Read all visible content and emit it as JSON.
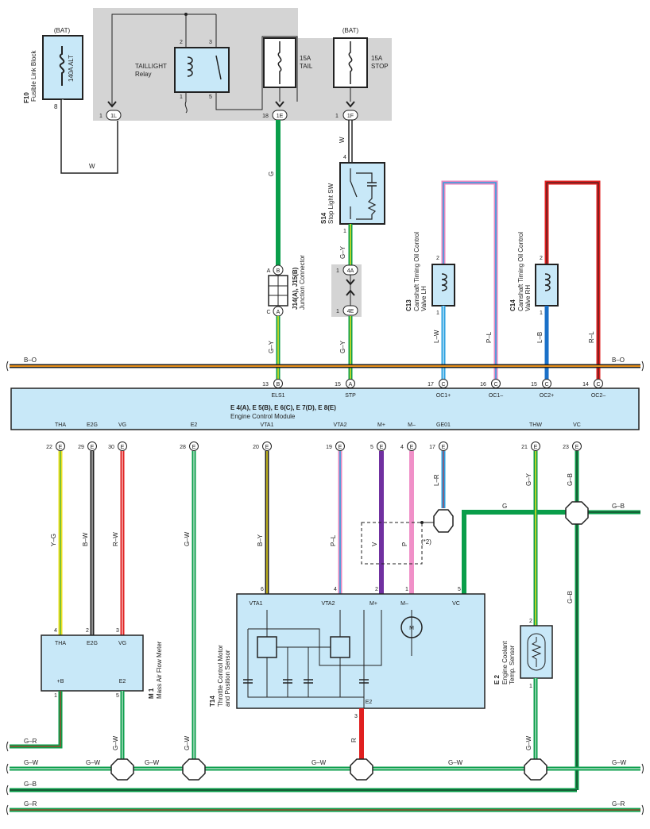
{
  "diagram": {
    "fusible_link": {
      "id": "F10",
      "name": "Fusible Link Block",
      "bat": "(BAT)",
      "rating": "140A ALT",
      "pin": "8"
    },
    "relay": {
      "name": "TAILLIGHT",
      "name2": "Relay",
      "pins": [
        "2",
        "3",
        "1",
        "5"
      ]
    },
    "fuse_tail": {
      "rating": "15A",
      "name": "TAIL"
    },
    "fuse_stop": {
      "bat": "(BAT)",
      "rating": "15A",
      "name": "STOP"
    },
    "connectors": {
      "c1L": {
        "num": "1",
        "label": "1L"
      },
      "c1E": {
        "num": "18",
        "label": "1E"
      },
      "c1F": {
        "num": "1",
        "label": "1F"
      },
      "c4A": {
        "num": "1",
        "label": "4A"
      },
      "c4E": {
        "num": "1",
        "label": "4E"
      }
    },
    "wire_w": "W",
    "wire_w2": "W",
    "wire_g": "G",
    "wire_gy1": "G–Y",
    "stop_sw": {
      "id": "S14",
      "name": "Stop Light SW",
      "pin_top": "4",
      "pin_bot": "1"
    },
    "junction": {
      "id": "J14(A), J15(B)",
      "name": "Junction Connector",
      "a": "A",
      "b": "B",
      "c": "C"
    },
    "valve_lh": {
      "id": "C13",
      "name": "Camshaft Timing Oil Control",
      "name2": "Valve LH",
      "pin_top": "2",
      "pin_bot": "1"
    },
    "valve_rh": {
      "id": "C14",
      "name": "Camshaft Timing Oil Control",
      "name2": "Valve RH",
      "pin_top": "2",
      "pin_bot": "1"
    },
    "wires_mid": {
      "gy_a": "G–Y",
      "gy_b": "G–Y",
      "lw": "L–W",
      "pl": "P–L",
      "lb": "L–B",
      "rl": "R–L"
    },
    "bus_bo": {
      "left": "B–O",
      "right": "B–O"
    },
    "ecm": {
      "title": "E 4(A), E 5(B), E 6(C), E 7(D), E 8(E)",
      "name": "Engine Control Module",
      "top_pins": [
        {
          "num": "13",
          "c": "B",
          "label": "ELS1"
        },
        {
          "num": "15",
          "c": "A",
          "label": "STP"
        },
        {
          "num": "17",
          "c": "C",
          "label": "OC1+"
        },
        {
          "num": "16",
          "c": "C",
          "label": "OC1–"
        },
        {
          "num": "15",
          "c": "C",
          "label": "OC2+"
        },
        {
          "num": "14",
          "c": "C",
          "label": "OC2–"
        }
      ],
      "bottom_pins": [
        {
          "num": "22",
          "c": "E",
          "label": "THA"
        },
        {
          "num": "29",
          "c": "E",
          "label": "E2G"
        },
        {
          "num": "30",
          "c": "E",
          "label": "VG"
        },
        {
          "num": "28",
          "c": "E",
          "label": "E2"
        },
        {
          "num": "20",
          "c": "E",
          "label": "VTA1"
        },
        {
          "num": "19",
          "c": "E",
          "label": "VTA2"
        },
        {
          "num": "5",
          "c": "E",
          "label": "M+"
        },
        {
          "num": "4",
          "c": "E",
          "label": "M–"
        },
        {
          "num": "17",
          "c": "E",
          "label": "GE01"
        },
        {
          "num": "21",
          "c": "E",
          "label": "THW"
        },
        {
          "num": "23",
          "c": "E",
          "label": "VC"
        }
      ]
    },
    "wires_low": {
      "yg": "Y–G",
      "bw": "B–W",
      "rw": "R–W",
      "gw": "G–W",
      "by": "B–Y",
      "pl": "P–L",
      "v": "V",
      "p": "P",
      "lr": "L–R",
      "g": "G",
      "gy": "G–Y",
      "gb": "G–B",
      "gb2": "G–B",
      "star2": "(*2)",
      "r": "R",
      "gw2": "G–W",
      "gw3": "G–W",
      "gw4": "G–W"
    },
    "maf": {
      "id": "M 1",
      "name": "Mass Air Flow Meter",
      "tha": "THA",
      "e2g": "E2G",
      "vg": "VG",
      "b": "+B",
      "e2": "E2",
      "p4": "4",
      "p2": "2",
      "p3": "3",
      "p1": "1",
      "p5": "5"
    },
    "throttle": {
      "id": "T14",
      "name": "Throttle Control Motor",
      "name2": "and Position Sensor",
      "vta1": "VTA1",
      "vta2": "VTA2",
      "mp": "M+",
      "mm": "M–",
      "vc": "VC",
      "e2": "E2",
      "motor": "M",
      "p6": "6",
      "p4": "4",
      "p2": "2",
      "p1": "1",
      "p5": "5",
      "p3": "3"
    },
    "ect": {
      "id": "E 2",
      "name": "Engine Coolant",
      "name2": "Temp. Sensor",
      "p2": "2",
      "p1": "1"
    },
    "bottom_bus": {
      "gr_left": "G–R",
      "gw_left": "G–W",
      "gw_mid1": "G–W",
      "gw_mid2": "G–W",
      "gw_mid3": "G–W",
      "gw_mid4": "G–W",
      "gw_right": "G–W",
      "gb_left": "G–B",
      "gr2_left": "G–R",
      "gr2_right": "G–R"
    }
  }
}
